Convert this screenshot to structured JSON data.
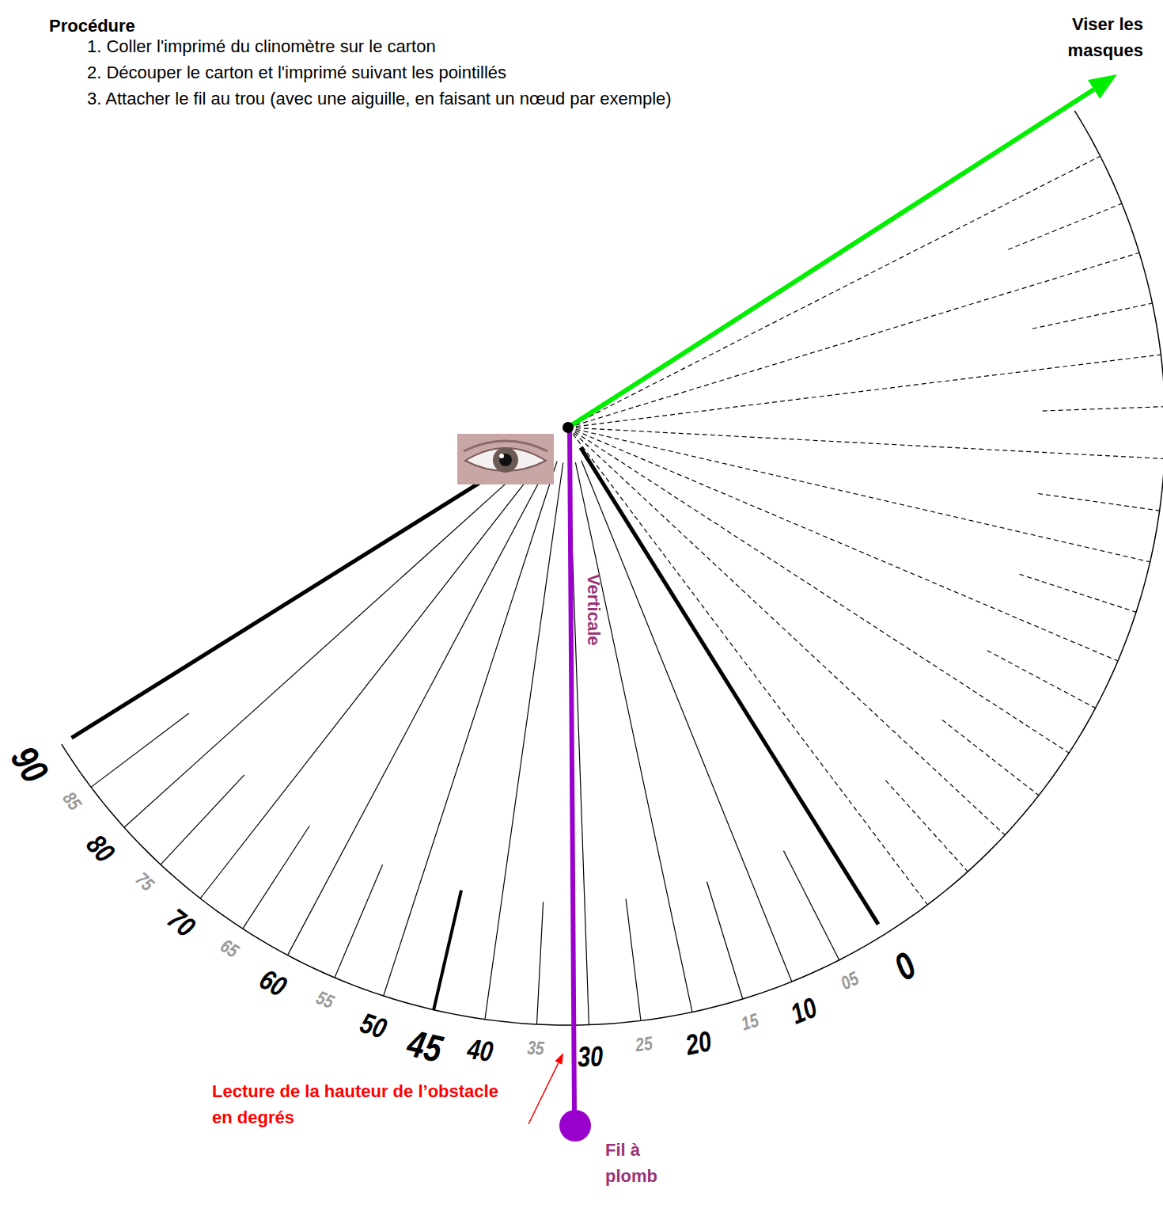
{
  "diagram": {
    "title": "Procédure",
    "labels": [
      "1. Coller l'imprimé du clinomètre sur le carton",
      "2. Découper le carton et l'imprimé suivant les pointillés",
      "3. Attacher le fil au trou (avec une aiguille, en faisant un nœud par exemple)",
      "Viser les masques",
      "Verticale",
      "Lecture de la hauteur de l’obstacle en degrés",
      "Fil à plomb",
      "90",
      "85",
      "80",
      "75",
      "70",
      "65",
      "60",
      "55",
      "50",
      "45",
      "40",
      "35",
      "30",
      "25",
      "20",
      "15",
      "10",
      "05",
      "0"
    ]
  }
}
